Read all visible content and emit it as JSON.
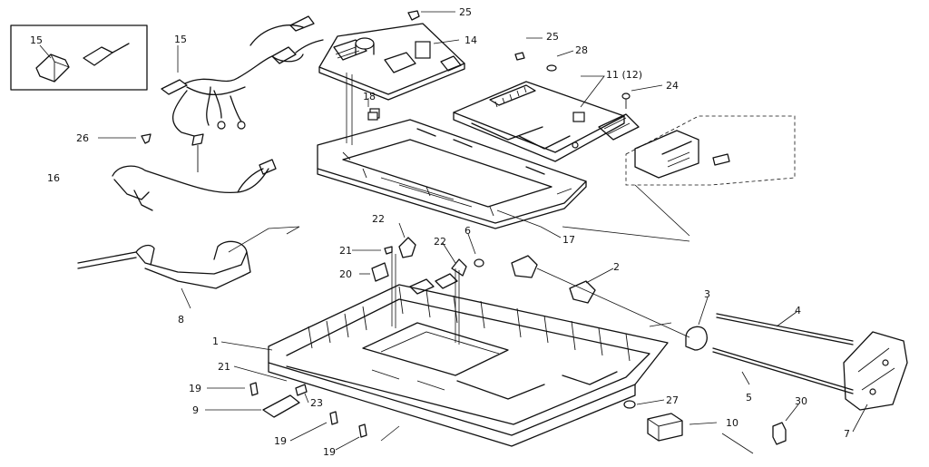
{
  "callouts": {
    "c1": "1",
    "c2": "2",
    "c3": "3",
    "c4": "4",
    "c5": "5",
    "c6": "6",
    "c7": "7",
    "c8": "8",
    "c9": "9",
    "c10": "10",
    "c11": "11 (12)",
    "c14": "14",
    "c15_box": "15",
    "c15": "15",
    "c16": "16",
    "c17": "17",
    "c18": "18",
    "c19_a": "19",
    "c19_b": "19",
    "c19_c": "19",
    "c20": "20",
    "c21_a": "21",
    "c21_b": "21",
    "c22_a": "22",
    "c22_b": "22",
    "c23": "23",
    "c24": "24",
    "c25_a": "25",
    "c25_b": "25",
    "c26": "26",
    "c27": "27",
    "c28": "28",
    "c30": "30"
  }
}
